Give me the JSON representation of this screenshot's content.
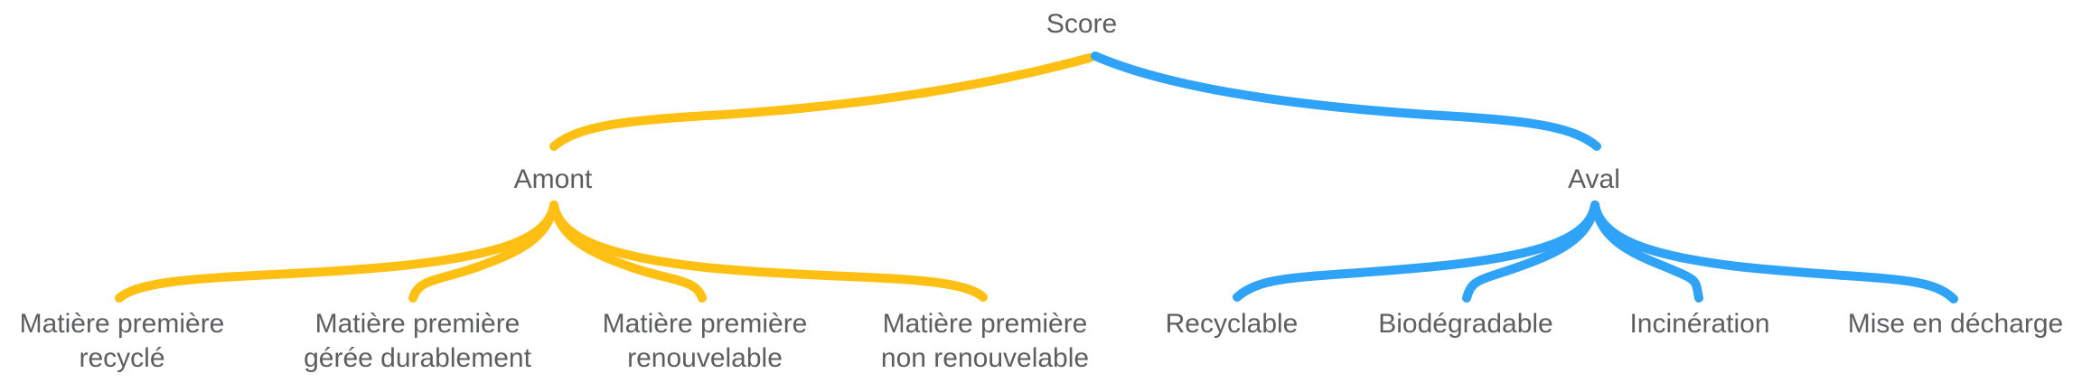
{
  "diagram": {
    "title_node": {
      "label": "Score"
    },
    "text_color": "#5D5E60",
    "branches": [
      {
        "label": "Amont",
        "color": "#FFC013",
        "children": [
          {
            "lines": [
              "Matière première",
              "recyclé"
            ]
          },
          {
            "lines": [
              "Matière première",
              "gérée durablement"
            ]
          },
          {
            "lines": [
              "Matière première",
              "renouvelable"
            ]
          },
          {
            "lines": [
              "Matière première",
              "non renouvelable"
            ]
          }
        ]
      },
      {
        "label": "Aval",
        "color": "#2FA3F7",
        "children": [
          {
            "lines": [
              "Recyclable"
            ]
          },
          {
            "lines": [
              "Biodégradable"
            ]
          },
          {
            "lines": [
              "Incinération"
            ]
          },
          {
            "lines": [
              "Mise en décharge"
            ]
          }
        ]
      }
    ]
  }
}
